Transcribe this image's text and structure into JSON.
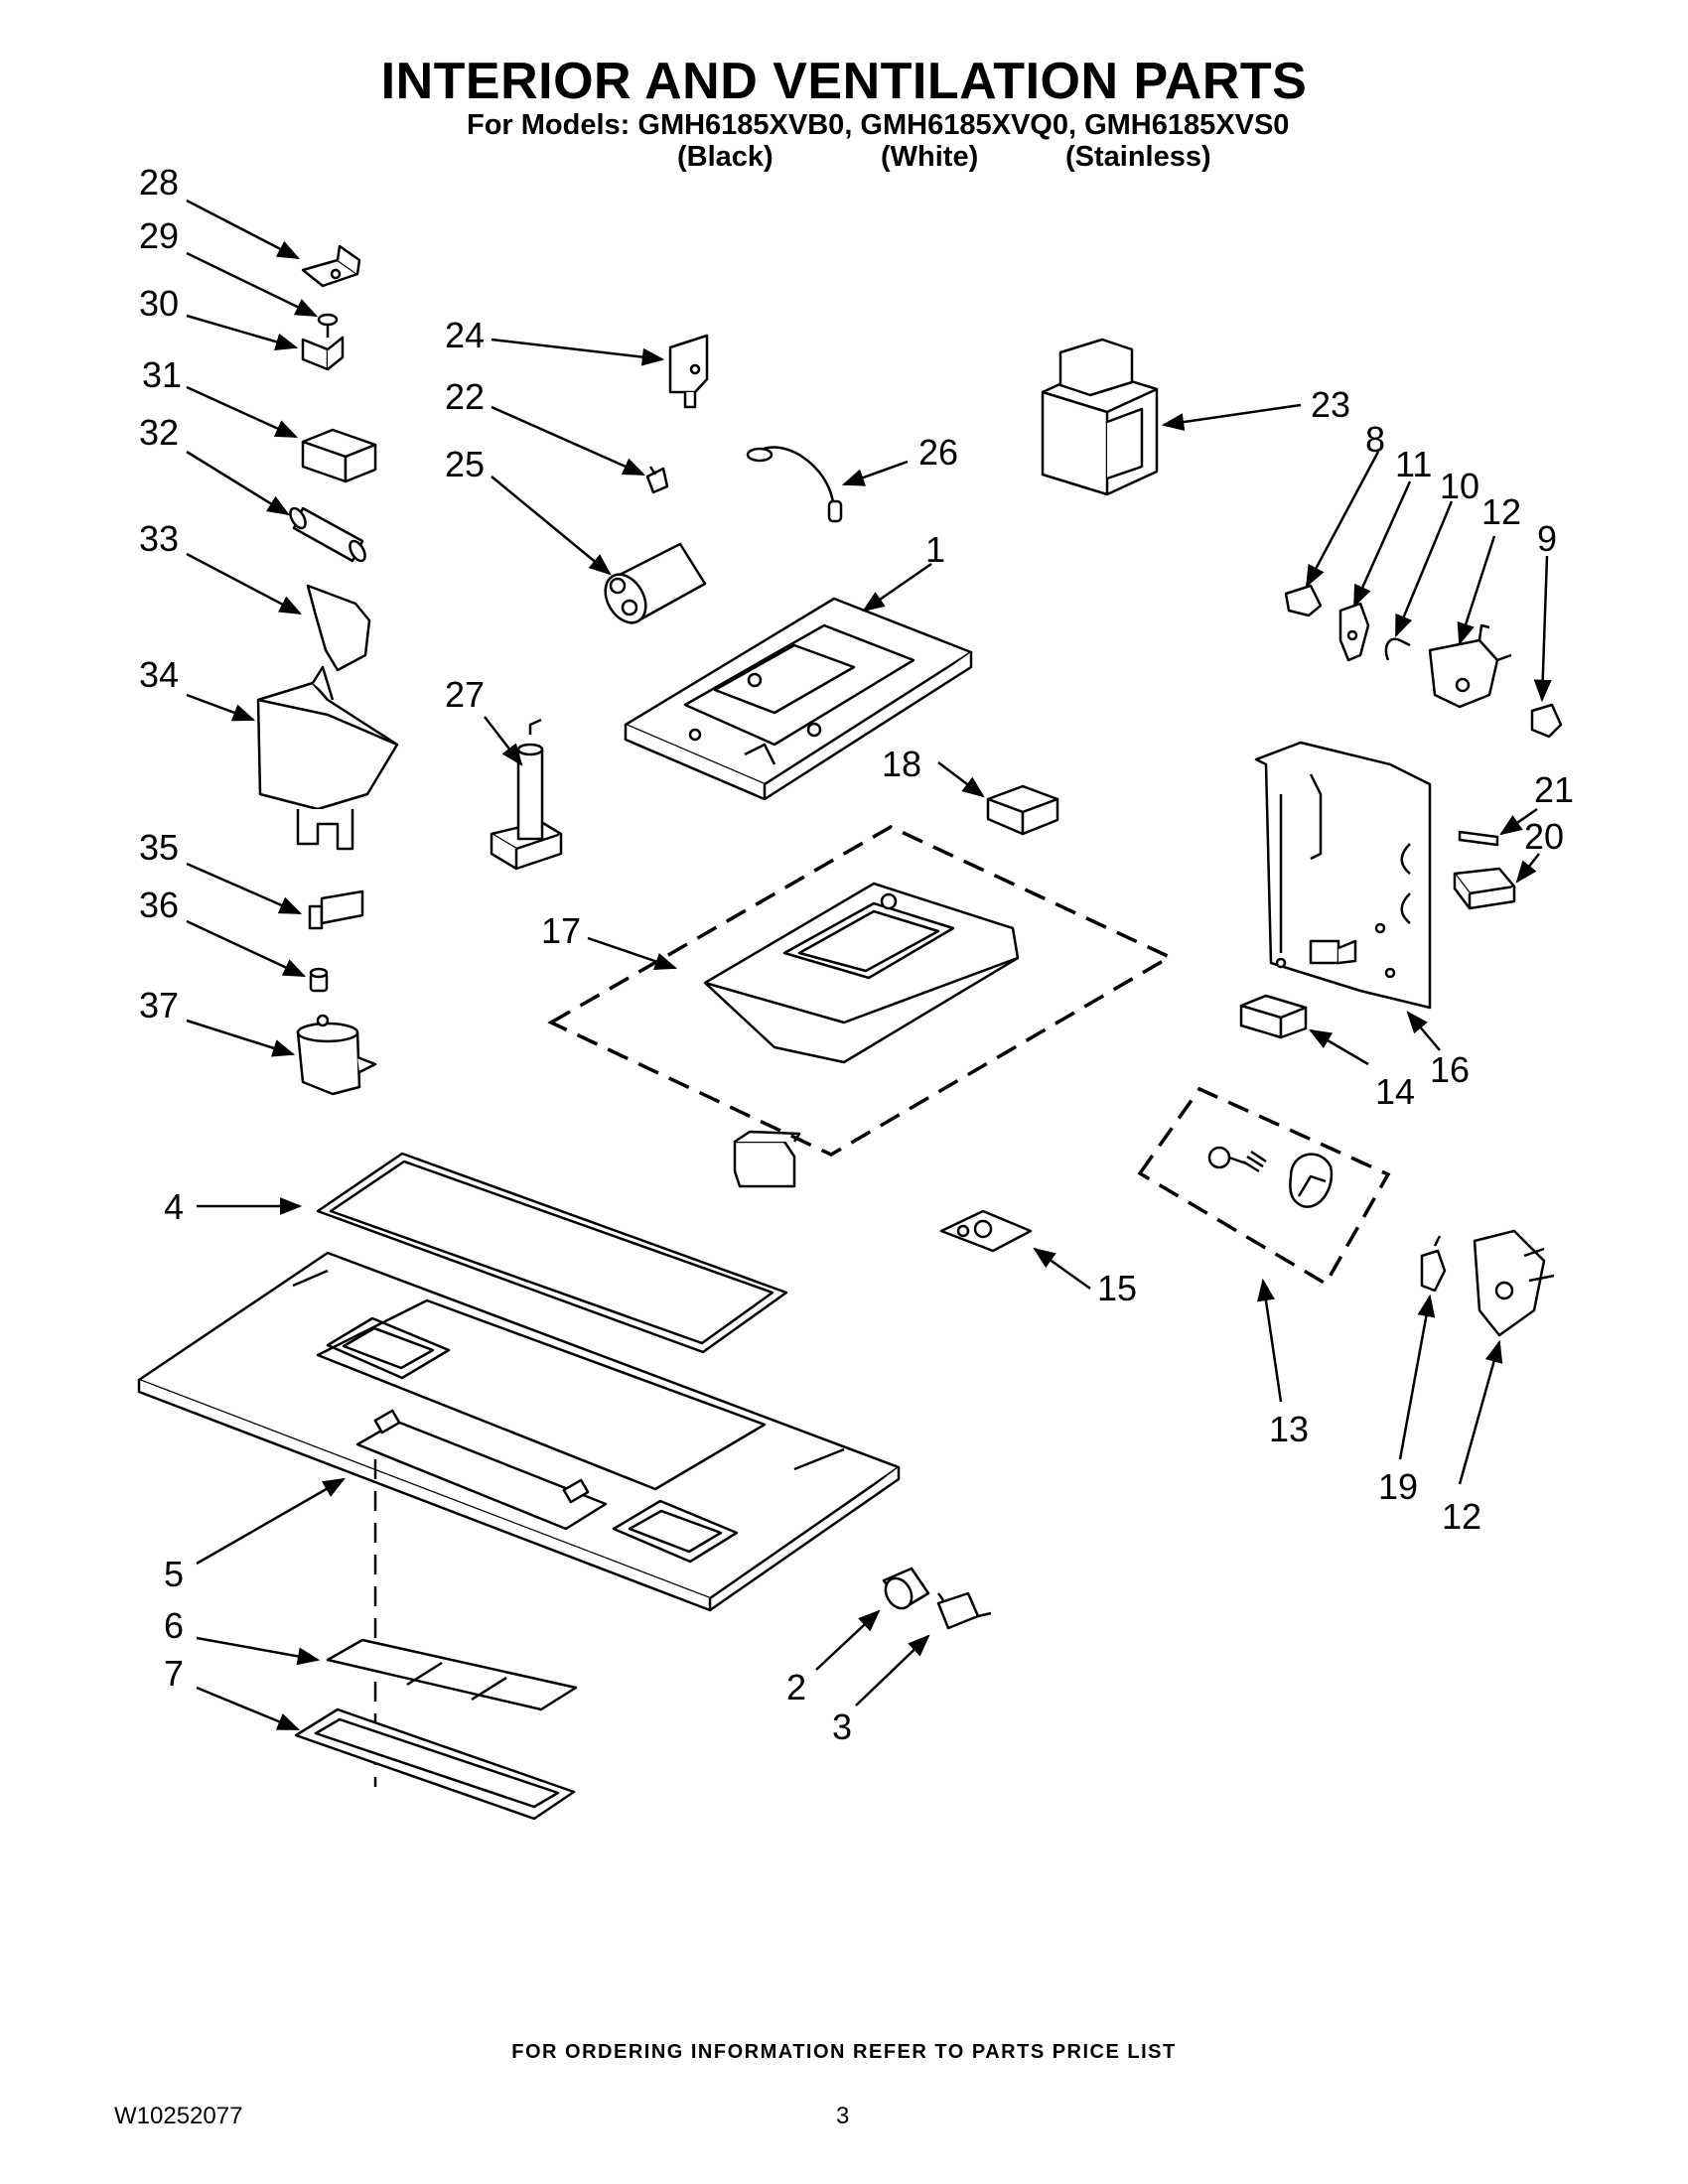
{
  "header": {
    "title": "INTERIOR AND VENTILATION PARTS",
    "models_line": "For Models: GMH6185XVB0, GMH6185XVQ0, GMH6185XVS0",
    "variants": [
      "(Black)",
      "(White)",
      "(Stainless)"
    ]
  },
  "callouts": {
    "c1": "1",
    "c2": "2",
    "c3": "3",
    "c4": "4",
    "c5": "5",
    "c6": "6",
    "c7": "7",
    "c8": "8",
    "c9": "9",
    "c10": "10",
    "c11": "11",
    "c12a": "12",
    "c12b": "12",
    "c13": "13",
    "c14": "14",
    "c15": "15",
    "c16": "16",
    "c17": "17",
    "c18": "18",
    "c19": "19",
    "c20": "20",
    "c21": "21",
    "c22": "22",
    "c23": "23",
    "c24": "24",
    "c25": "25",
    "c26": "26",
    "c27": "27",
    "c28": "28",
    "c29": "29",
    "c30": "30",
    "c31": "31",
    "c32": "32",
    "c33": "33",
    "c34": "34",
    "c35": "35",
    "c36": "36",
    "c37": "37"
  },
  "footer": {
    "ordering_note": "FOR ORDERING INFORMATION REFER TO PARTS PRICE LIST",
    "doc_number": "W10252077",
    "page_number": "3"
  }
}
